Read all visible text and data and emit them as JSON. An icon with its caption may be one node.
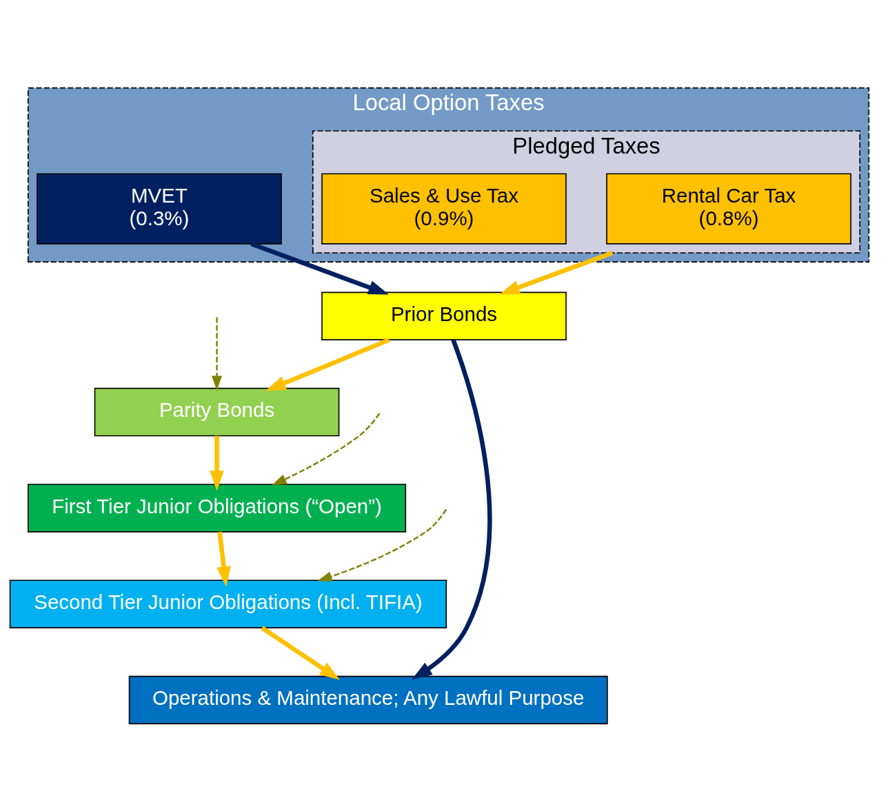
{
  "diagram": {
    "nodes": [
      {
        "text": [
          "Local Option Taxes"
        ]
      },
      {
        "text": [
          "MVET",
          "(0.3%)"
        ],
        "in": 0
      },
      {
        "text": [
          "Pledged Taxes"
        ],
        "in": 0
      },
      {
        "text": [
          "Rental Car Tax",
          "(0.8%)"
        ],
        "in": 2
      },
      {
        "text": [
          "Sales & Use Tax",
          "(0.9%)"
        ],
        "in": 2
      },
      {
        "text": [
          "Prior Bonds"
        ]
      },
      {
        "text": [
          "Parity Bonds"
        ]
      },
      {
        "text": [
          "First Tier Junior Obligations (“Open”)"
        ]
      },
      {
        "text": [
          "Second Tier Junior Obligations (Incl. TIFIA)"
        ]
      },
      {
        "text": [
          "Operations & Maintenance; Any Lawful Purpose"
        ]
      }
    ],
    "edges": [
      {
        "from": 1,
        "to": 5,
        "arrow": "to",
        "color": "#002060"
      },
      {
        "from": 2,
        "to": 5,
        "arrow": "to"
      },
      {
        "from": 5,
        "to": 6,
        "arrow": "to"
      },
      {
        "from": 6,
        "to": 7,
        "arrow": "to"
      },
      {
        "from": 7,
        "to": 8,
        "arrow": "to"
      },
      {
        "from": 8,
        "to": 9,
        "arrow": "to"
      },
      {
        "from": 5,
        "to": 9,
        "arrow": "to",
        "color": "#002060"
      },
      {
        "from": null,
        "to": 6,
        "arrow": "to",
        "style": "dashed",
        "color": "#808000"
      },
      {
        "from": null,
        "to": 7,
        "arrow": "to",
        "style": "dashed",
        "color": "#808000"
      },
      {
        "from": null,
        "to": 8,
        "arrow": "to",
        "style": "dashed",
        "color": "#808000"
      }
    ]
  }
}
